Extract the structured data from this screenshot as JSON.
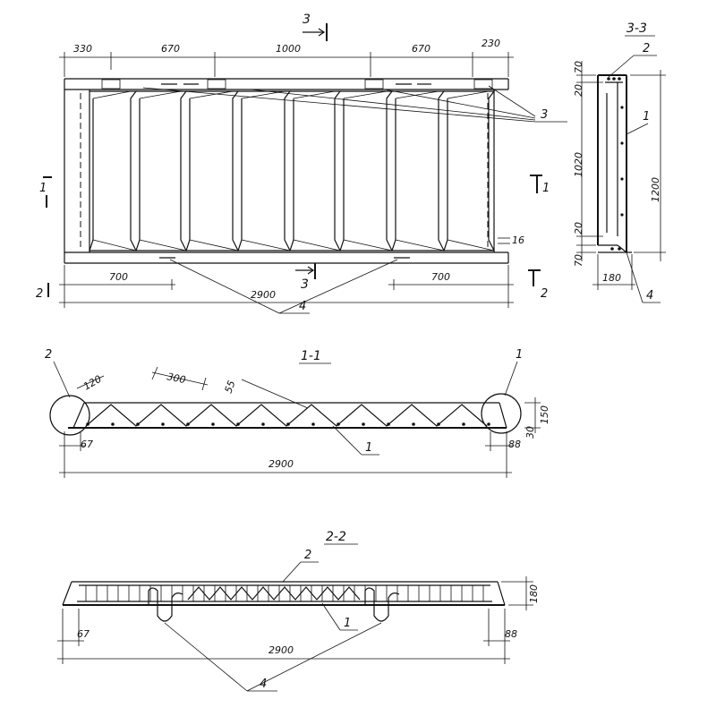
{
  "plan": {
    "top_dims": [
      "330",
      "670",
      "1000",
      "670",
      "230"
    ],
    "bottom_dims": [
      "700",
      "2900",
      "700"
    ],
    "section3_mark": "3",
    "section3_mark_bottom": "3",
    "section1_left": "1",
    "section1_right": "1",
    "section2_left": "2",
    "section2_right": "2",
    "small_dim": "16",
    "callout_3": "3",
    "callout_4": "4"
  },
  "view33": {
    "title": "3-3",
    "dims_left": [
      "70",
      "20",
      "1020",
      "20",
      "70"
    ],
    "dim_right": "1200",
    "dim_bottom": "180",
    "callouts": [
      "2",
      "1",
      "4"
    ]
  },
  "section11": {
    "title": "1-1",
    "dims": [
      "120",
      "300",
      "55",
      "150",
      "30",
      "67",
      "88",
      "2900"
    ],
    "callouts": [
      "2",
      "1",
      "1"
    ]
  },
  "section22": {
    "title": "2-2",
    "dims": [
      "180",
      "67",
      "88",
      "2900"
    ],
    "callouts": [
      "2",
      "1",
      "4"
    ]
  }
}
